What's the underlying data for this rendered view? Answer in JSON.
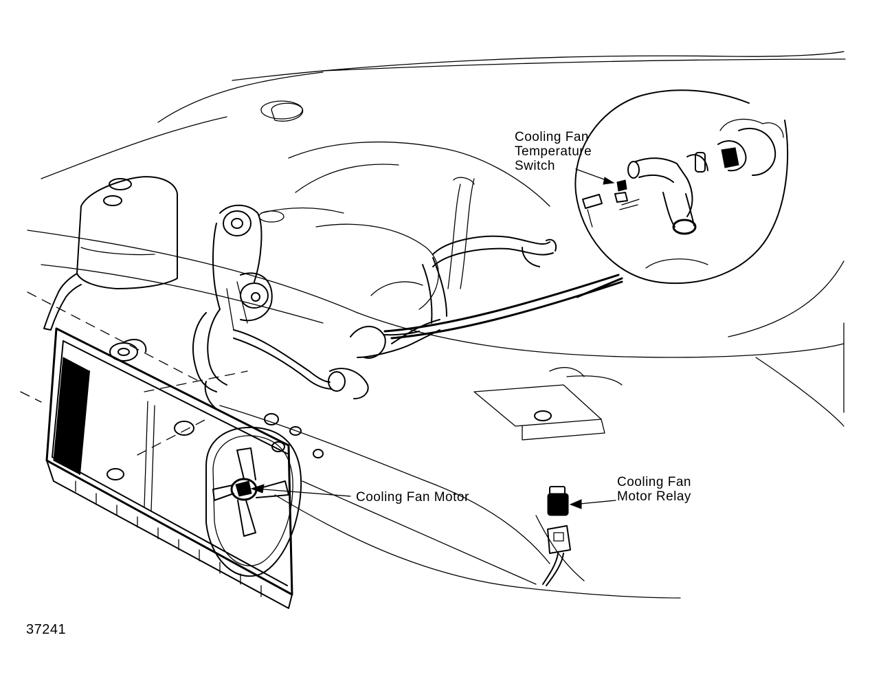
{
  "diagram": {
    "callouts": {
      "temperature_switch": "Cooling Fan\nTemperature\nSwitch",
      "fan_motor": "Cooling Fan Motor",
      "motor_relay": "Cooling Fan\nMotor Relay"
    },
    "figure_number": "37241"
  },
  "colors": {
    "ink": "#000000",
    "paper": "#ffffff"
  }
}
